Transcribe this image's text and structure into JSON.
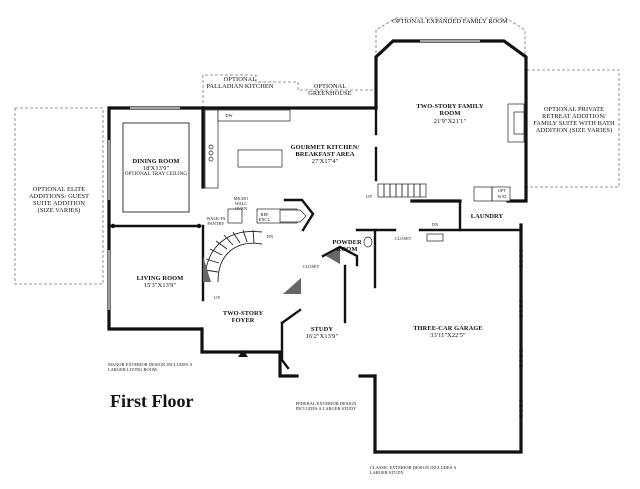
{
  "title": "First Floor",
  "rooms": {
    "expanded_family_room": {
      "name": "OPTIONAL EXPANDED FAMILY ROOM"
    },
    "palladian_kitchen": {
      "name": "OPTIONAL PALLADIAN KITCHEN"
    },
    "greenhouse": {
      "name": "OPTIONAL GREENHOUSE"
    },
    "family_room": {
      "name": "TWO-STORY FAMILY ROOM",
      "size": "21'9\"X21'1\""
    },
    "private_retreat": {
      "name": "OPTIONAL PRIVATE RETREAT ADDITION/ FAMILY SUITE WITH BATH ADDITION (SIZE VARIES)"
    },
    "dining_room": {
      "name": "DINING ROOM",
      "size": "18'X13'9\"",
      "note": "OPTIONAL TRAY CEILING"
    },
    "kitchen": {
      "name": "GOURMET KITCHEN/ BREAKFAST AREA",
      "size": "27'X17'4\""
    },
    "elite_additions": {
      "name": "OPTIONAL ELITE ADDITIONS/ GUEST SUITE ADDITION (SIZE VARIES)"
    },
    "micro_wall_oven": {
      "name": "MICRO WALL OVEN"
    },
    "ref_encl": {
      "name": "REF. ENCL."
    },
    "walk_in_pantry": {
      "name": "WALK-IN PANTRY"
    },
    "powder_room": {
      "name": "POWDER ROOM"
    },
    "laundry": {
      "name": "LAUNDRY"
    },
    "living_room": {
      "name": "LIVING ROOM",
      "size": "15'3\"X13'9\""
    },
    "foyer": {
      "name": "TWO-STORY FOYER"
    },
    "study": {
      "name": "STUDY",
      "size": "16'2\"X13'9\""
    },
    "garage": {
      "name": "THREE-CAR GARAGE",
      "size": "33'11\"X22'5\""
    }
  },
  "marks": {
    "dw": "DW",
    "up_stairs": "UP",
    "up_family": "UP",
    "dn_kitchen": "DN",
    "dn_laundry": "DN",
    "closet_foyer": "CLOSET",
    "closet_garage": "CLOSET",
    "opt": "OPT",
    "wd": "W/D"
  },
  "notes": {
    "manor": "MANOR EXTERIOR DESIGN INCLUDES A LARGER LIVING ROOM.",
    "federal": "FEDERAL EXTERIOR DESIGN INCLUDES A LARGER STUDY",
    "classic": "CLASSIC EXTERIOR DESIGN INCLUDES A LARGER STUDY."
  }
}
